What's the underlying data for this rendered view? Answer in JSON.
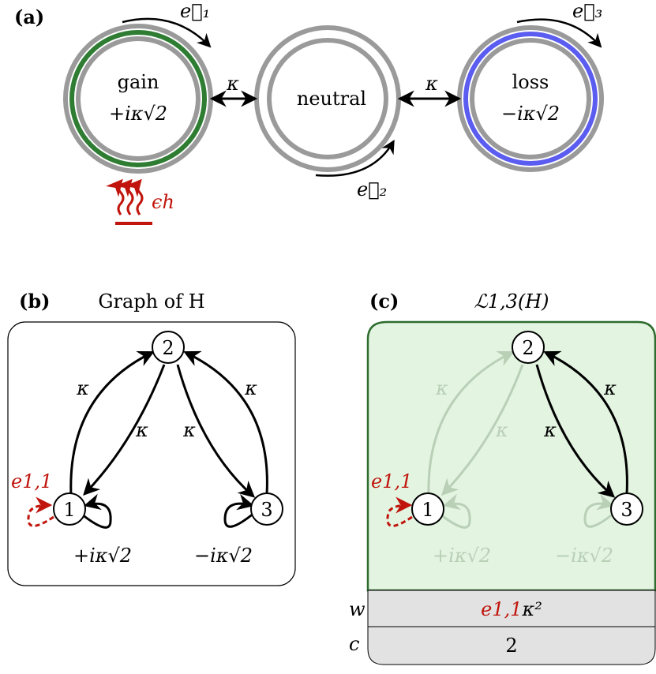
{
  "colors": {
    "gain_ring": "#2e7d32",
    "loss_ring": "#5b5cf0",
    "ring_grey": "#9a9a9a",
    "heat_red": "#c0140c",
    "green_fill": "#e3f5e1",
    "green_border": "#2e6b2e",
    "table_grey": "#e2e2e2"
  },
  "panel_a": {
    "label": "(a)",
    "gain_text": "gain",
    "gain_value": "+iκ√2",
    "neutral_text": "neutral",
    "loss_text": "loss",
    "loss_value": "−iκ√2",
    "coupling_left": "κ",
    "coupling_right": "κ",
    "e1": "e⃗₁",
    "e2": "e⃗₂",
    "e3": "e⃗₃",
    "heat_label": "ϵh"
  },
  "panel_b": {
    "label": "(b)",
    "title": "Graph of H",
    "node1": "1",
    "node2": "2",
    "node3": "3",
    "k12": "κ",
    "k21": "κ",
    "k23": "κ",
    "k32": "κ",
    "self1": "+iκ√2",
    "self3": "−iκ√2",
    "e11": "e1,1"
  },
  "panel_c": {
    "label": "(c)",
    "title": "ℒ1,3(H)",
    "node1": "1",
    "node2": "2",
    "node3": "3",
    "k12": "κ",
    "k21": "κ",
    "k23": "κ",
    "k32": "κ",
    "self1": "+iκ√2",
    "self3": "−iκ√2",
    "e11": "e1,1",
    "w_label": "w",
    "c_label": "c",
    "w_value_red": "e1,1",
    "w_value_black": "κ²",
    "c_value": "2"
  }
}
